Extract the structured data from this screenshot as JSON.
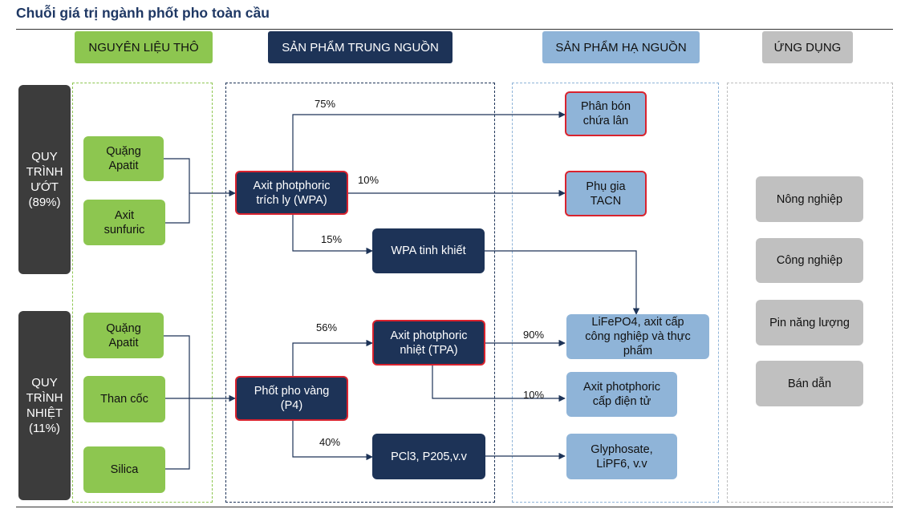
{
  "title": "Chuỗi giá trị ngành phốt pho toàn cầu",
  "columns": {
    "raw": "NGUYÊN LIỆU THÔ",
    "mid": "SẢN PHẨM TRUNG NGUỒN",
    "down": "SẢN PHẨM HẠ NGUỒN",
    "app": "ỨNG DỤNG"
  },
  "processes": {
    "wet": "QUY\nTRÌNH\nƯỚT\n(89%)",
    "thermal": "QUY\nTRÌNH\nNHIỆT\n(11%)"
  },
  "raw_materials": {
    "wet_apatite": "Quặng\nApatit",
    "sulfuric": "Axit\nsunfuric",
    "thermal_apatite": "Quặng\nApatit",
    "coke": "Than cốc",
    "silica": "Silica"
  },
  "midstream": {
    "wpa": "Axit photphoric\ntrích ly (WPA)",
    "wpa_pure": "WPA tinh khiết",
    "tpa": "Axit photphoric\nnhiệt (TPA)",
    "p4": "Phốt pho vàng\n(P4)",
    "pcl3": "PCl3, P205,v.v"
  },
  "downstream": {
    "fertilizer": "Phân bón\nchứa lân",
    "feed": "Phụ gia\nTACN",
    "lifepo4": "LiFePO4, axit cấp\ncông nghiệp và thực\nphẩm",
    "electronic": "Axit photphoric\ncấp điện tử",
    "glyphosate": "Glyphosate,\nLiPF6, v.v"
  },
  "applications": [
    "Nông nghiệp",
    "Công nghiệp",
    "Pin năng lượng",
    "Bán dẫn"
  ],
  "percentages": {
    "p75": "75%",
    "p10a": "10%",
    "p15": "15%",
    "p56": "56%",
    "p90": "90%",
    "p10b": "10%",
    "p40": "40%"
  },
  "colors": {
    "title": "#1f3864",
    "green": "#8dc650",
    "navy": "#1d3357",
    "light_blue": "#8fb4d8",
    "grey": "#c0c0c0",
    "red_border": "#d9232e",
    "dark_side": "#3c3c3c"
  }
}
